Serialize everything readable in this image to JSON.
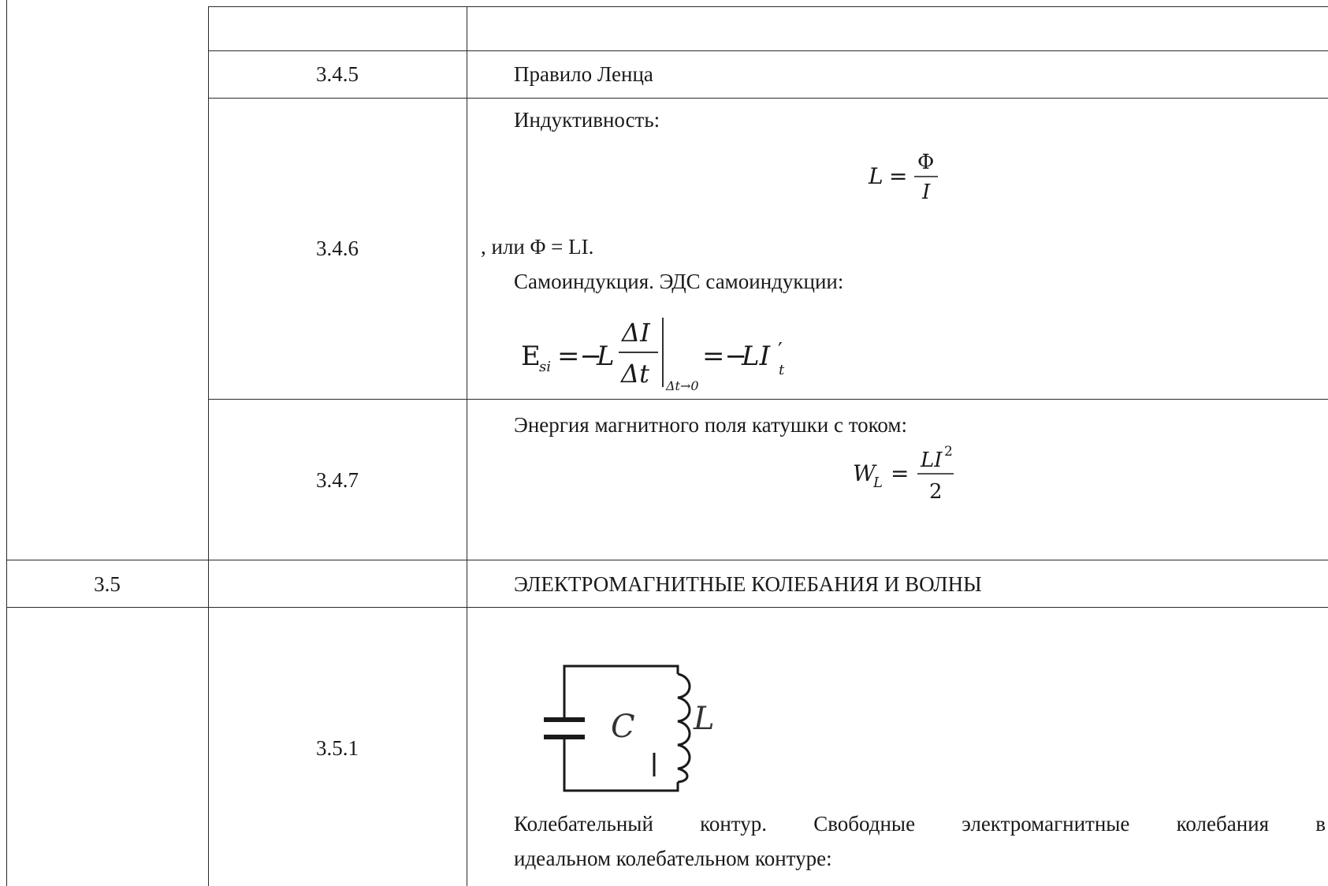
{
  "table": {
    "rows": [
      {
        "id": "3.4.5",
        "section": "",
        "code": "3.4.5",
        "text": "Правило Ленца"
      },
      {
        "id": "3.4.6",
        "section": "",
        "code": "3.4.6",
        "lines": [
          "Индуктивность:",
          ", или Φ = LI.",
          "Самоиндукция. ЭДС самоиндукции:"
        ],
        "formulas": {
          "inductance": {
            "lhs": "L",
            "eq": "=",
            "num": "Φ",
            "den": "I"
          },
          "self_emf": {
            "E": "E",
            "sub": "si",
            "eq1": "=−",
            "L": "L",
            "num": "ΔI",
            "den": "Δt",
            "limit": "Δt→0",
            "eq2": "=−",
            "rhs": "LI",
            "prime": "′",
            "rhs_sub": "t"
          }
        }
      },
      {
        "id": "3.4.7",
        "section": "",
        "code": "3.4.7",
        "lines": [
          "Энергия магнитного поля катушки с током:"
        ],
        "formulas": {
          "energy": {
            "lhs": "W",
            "lhs_sub": "L",
            "eq": "=",
            "num": "LI",
            "num_sup": "2",
            "den": "2"
          }
        }
      },
      {
        "id": "3.5",
        "section": "3.5",
        "code": "",
        "text": "ЭЛЕКТРОМАГНИТНЫЕ КОЛЕБАНИЯ И ВОЛНЫ"
      },
      {
        "id": "3.5.1",
        "section": "",
        "code": "3.5.1",
        "circuit": {
          "capacitor_label": "C",
          "inductor_label": "L"
        },
        "paragraph_line1": [
          "Колебательный",
          "контур.",
          "Свободные",
          "электромагнитные",
          "колебания",
          "в"
        ],
        "paragraph_line2": "идеальном колебательном контуре:"
      }
    ]
  }
}
